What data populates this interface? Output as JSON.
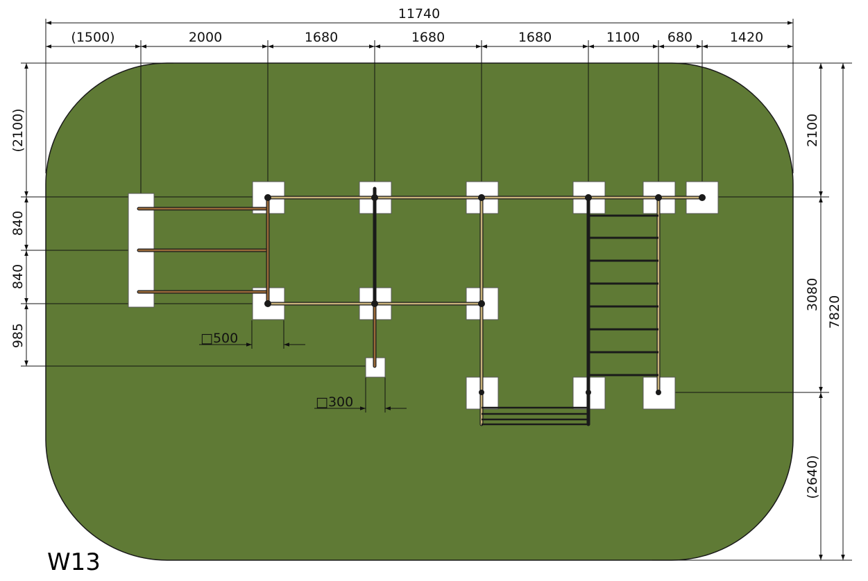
{
  "title": "W13",
  "colors": {
    "ground": "#5f7a35",
    "ground_stroke": "#1a1a1a",
    "pipe_brown": "#9a6a3a",
    "pipe_tan": "#c9b27a",
    "pipe_black": "#1a1a1a",
    "footing": "#ffffff"
  },
  "dimensions": {
    "overall_width": "11740",
    "top_segments": [
      "(1500)",
      "2000",
      "1680",
      "1680",
      "1680",
      "1100",
      "680",
      "1420"
    ],
    "left_segments": [
      "(2100)",
      "840",
      "840",
      "985"
    ],
    "right_segments": [
      "2100",
      "3080",
      "(2640)"
    ],
    "overall_height": "7820",
    "footing_large": "□500",
    "footing_small": "□300"
  }
}
